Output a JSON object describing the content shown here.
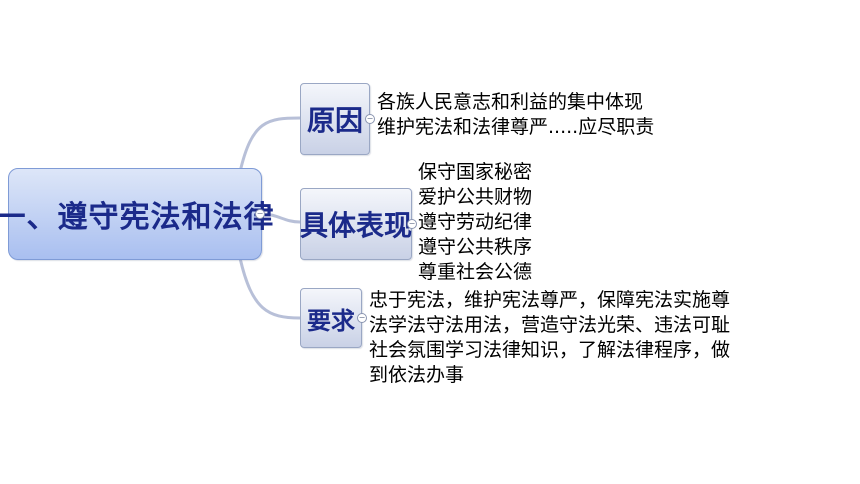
{
  "root": {
    "label": "一、遵守宪法和法律"
  },
  "branches": [
    {
      "label": "原因",
      "items": [
        "各族人民意志和利益的集中体现",
        "维护宪法和法律尊严.....应尽职责"
      ]
    },
    {
      "label": "具体表现",
      "items": [
        "保守国家秘密",
        "爱护公共财物",
        "遵守劳动纪律",
        "遵守公共秩序",
        "尊重社会公德"
      ]
    },
    {
      "label": "要求",
      "items": [
        "忠于宪法，维护宪法尊严，保障宪法实施尊",
        "法学法守法用法，营造守法光荣、违法可耻",
        "社会氛围学习法律知识，了解法律程序，做",
        "到依法办事"
      ]
    }
  ],
  "collapse_glyph": "−",
  "colors": {
    "node_text": "#1b2a8a",
    "connector": "#b8c0d8"
  }
}
